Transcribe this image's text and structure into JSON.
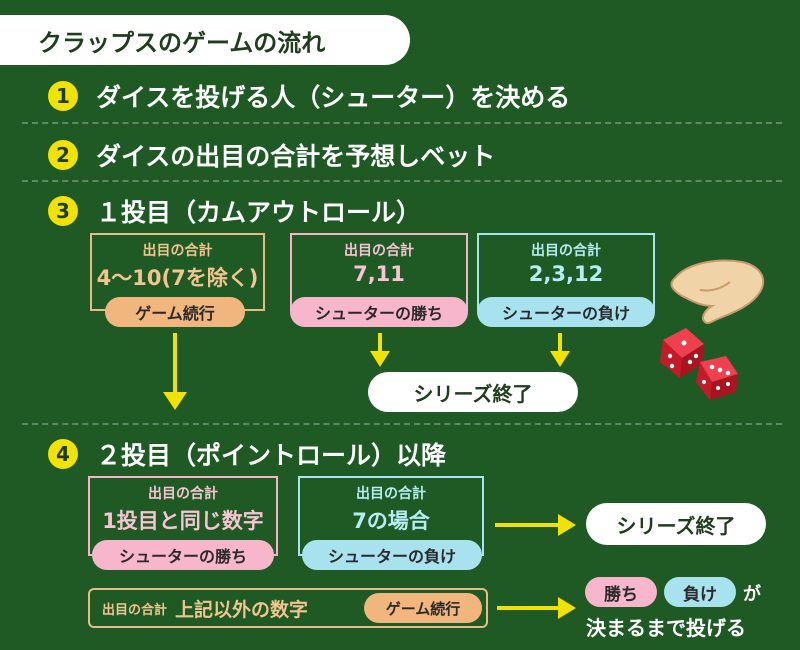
{
  "title": "クラップスのゲームの流れ",
  "steps": [
    {
      "num": "1",
      "text": "ダイスを投げる人（シューター）を決める"
    },
    {
      "num": "2",
      "text": "ダイスの出目の合計を予想しベット"
    },
    {
      "num": "3",
      "text": "１投目（カムアウトロール）"
    },
    {
      "num": "4",
      "text": "２投目（ポイントロール）以降"
    }
  ],
  "come_out": {
    "box_continue": {
      "label": "出目の合計",
      "value": "4〜10(7を除く)",
      "result": "ゲーム続行"
    },
    "box_win": {
      "label": "出目の合計",
      "value": "7,11",
      "result": "シューターの勝ち"
    },
    "box_lose": {
      "label": "出目の合計",
      "value": "2,3,12",
      "result": "シューターの負け"
    },
    "series_end": "シリーズ終了"
  },
  "point_roll": {
    "box_win": {
      "label": "出目の合計",
      "value": "1投目と同じ数字",
      "result": "シューターの勝ち"
    },
    "box_lose": {
      "label": "出目の合計",
      "value": "7の場合",
      "result": "シューターの負け"
    },
    "series_end": "シリーズ終了",
    "other": {
      "label": "出目の合計",
      "value": "上記以外の数字",
      "result": "ゲーム続行"
    },
    "final": {
      "win": "勝ち",
      "lose": "負け",
      "suffix": "が",
      "line2": "決まるまで投げる"
    }
  },
  "colors": {
    "background": "#1f5a25",
    "accent_yellow": "#f2e200",
    "orange": "#f0b67d",
    "pink": "#f7b6cc",
    "blue": "#a8e2ef",
    "dice_red": "#d81e2c"
  },
  "icons": [
    "hand-icon",
    "dice-icon"
  ]
}
